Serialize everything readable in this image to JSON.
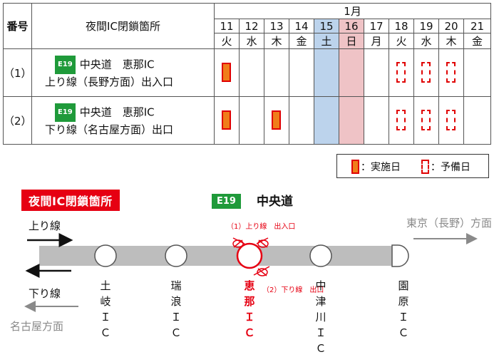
{
  "table": {
    "col_number_header": "番号",
    "col_location_header": "夜間IC閉鎖箇所",
    "month": "1月",
    "days": [
      {
        "date": "11",
        "weekday": "火",
        "type": "weekday"
      },
      {
        "date": "12",
        "weekday": "水",
        "type": "weekday"
      },
      {
        "date": "13",
        "weekday": "木",
        "type": "weekday"
      },
      {
        "date": "14",
        "weekday": "金",
        "type": "weekday"
      },
      {
        "date": "15",
        "weekday": "土",
        "type": "saturday"
      },
      {
        "date": "16",
        "weekday": "日",
        "type": "sunday"
      },
      {
        "date": "17",
        "weekday": "月",
        "type": "weekday"
      },
      {
        "date": "18",
        "weekday": "火",
        "type": "weekday"
      },
      {
        "date": "19",
        "weekday": "水",
        "type": "weekday"
      },
      {
        "date": "20",
        "weekday": "木",
        "type": "weekday"
      },
      {
        "date": "21",
        "weekday": "金",
        "type": "weekday"
      }
    ],
    "rows": [
      {
        "number": "（1）",
        "badge": "E19",
        "line1": "中央道　恵那IC",
        "line2": "上り線（長野方面）出入口",
        "implementation_days": [
          "11"
        ],
        "reserve_days": [
          "18",
          "19",
          "20"
        ]
      },
      {
        "number": "（2）",
        "badge": "E19",
        "line1": "中央道　恵那IC",
        "line2": "下り線（名古屋方面）出口",
        "implementation_days": [
          "11",
          "13"
        ],
        "reserve_days": [
          "18",
          "19",
          "20"
        ]
      }
    ],
    "saturday_color": "#bcd3ec",
    "sunday_color": "#efc3c6",
    "mark_fill_color": "#f07d1a",
    "mark_border_color": "#e00000"
  },
  "legend": {
    "implementation_label": "：実施日",
    "reserve_label": "：予備日"
  },
  "map": {
    "title": "夜間IC閉鎖箇所",
    "route_badge": "E19",
    "route_name": "中央道",
    "up_line_label": "上り線",
    "down_line_label": "下り線",
    "east_destination": "東京（長野）方面",
    "west_destination": "名古屋方面",
    "ramp_up_label": "（1）上り線　出入口",
    "ramp_down_label": "（2）下り線　出口",
    "interchanges": [
      {
        "chars": [
          "土",
          "岐",
          "Ｉ",
          "Ｃ"
        ],
        "closed": false
      },
      {
        "chars": [
          "瑞",
          "浪",
          "Ｉ",
          "Ｃ"
        ],
        "closed": false
      },
      {
        "chars": [
          "恵",
          "那",
          "Ｉ",
          "Ｃ"
        ],
        "closed": true
      },
      {
        "chars": [
          "中",
          "津",
          "川",
          "Ｉ",
          "Ｃ"
        ],
        "closed": false
      },
      {
        "chars": [
          "園",
          "原",
          "Ｉ",
          "Ｃ"
        ],
        "closed": false
      }
    ],
    "highlight_color": "#e60012",
    "route_color": "#1f9a3a"
  }
}
